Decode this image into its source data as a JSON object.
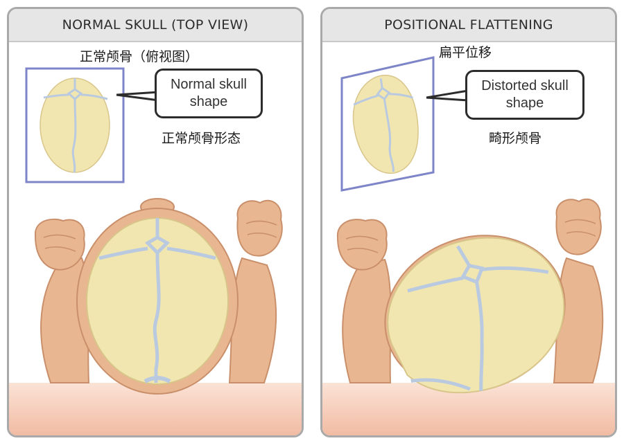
{
  "panels": [
    {
      "header": "NORMAL SKULL (TOP VIEW)",
      "label_top": "正常颅骨（俯视图）",
      "callout_line1": "Normal skull",
      "callout_line2": "shape",
      "label_bottom": "正常颅骨形态"
    },
    {
      "header": "POSITIONAL FLATTENING",
      "label_top": "扁平位移",
      "callout_line1": "Distorted skull",
      "callout_line2": "shape",
      "label_bottom": "畸形颅骨"
    }
  ],
  "colors": {
    "header_bg": "#e6e6e6",
    "panel_border": "#a9a9a9",
    "skin": "#e8b791",
    "skull_bone": "#f2e6b0",
    "suture": "#b9c9e0",
    "mattress": "#f3c4b0",
    "frame_outline": "#7e84c8"
  }
}
